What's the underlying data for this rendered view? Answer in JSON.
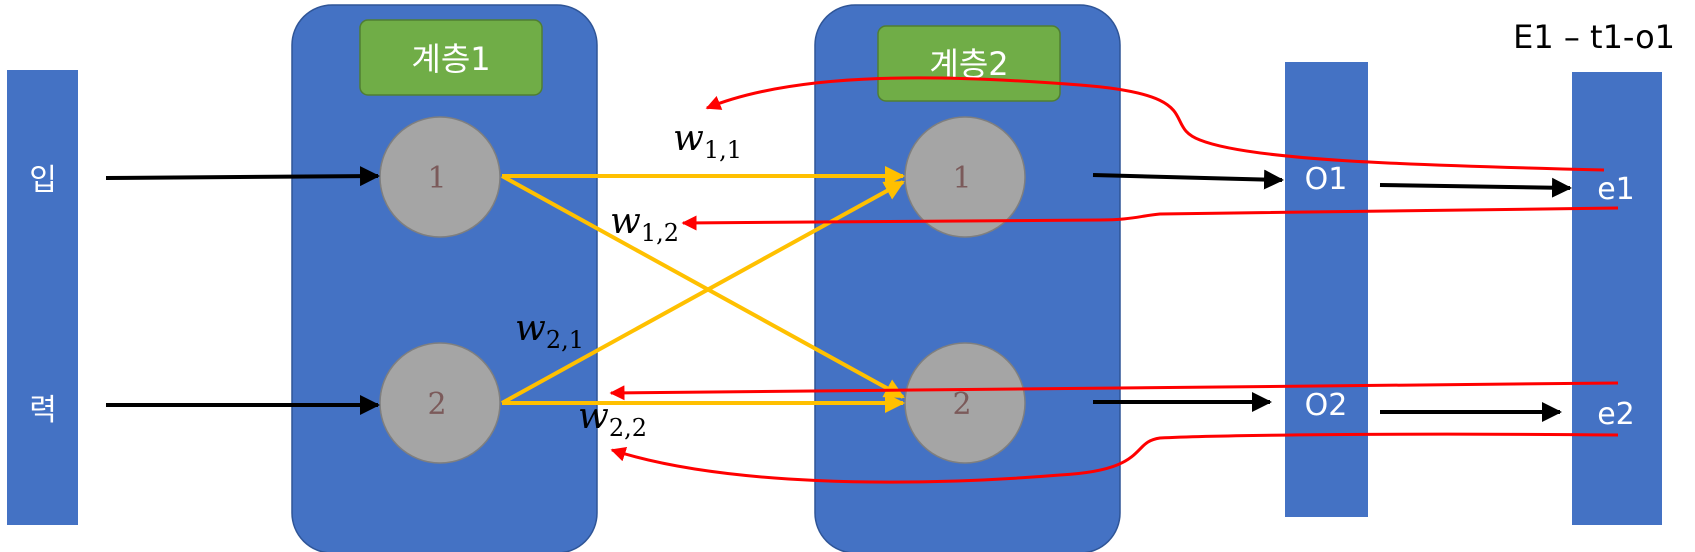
{
  "title": "E1 – t1-o1",
  "input": {
    "label_top": "입",
    "label_bottom": "력"
  },
  "layer1": {
    "label": "계층1",
    "node1": "1",
    "node2": "2"
  },
  "layer2": {
    "label": "계층2",
    "node1": "1",
    "node2": "2"
  },
  "outputs": {
    "o1": "O1",
    "o2": "O2"
  },
  "errors": {
    "e1": "e1",
    "e2": "e2"
  },
  "weights": {
    "w11": {
      "base": "w",
      "sub": "1,1"
    },
    "w12": {
      "base": "w",
      "sub": "1,2"
    },
    "w21": {
      "base": "w",
      "sub": "2,1"
    },
    "w22": {
      "base": "w",
      "sub": "2,2"
    }
  },
  "colors": {
    "block_blue": "#4472C4",
    "layer_label_green": "#70AD47",
    "node_gray": "#A5A5A5",
    "weight_line": "#FFC000",
    "error_line": "#FF0000",
    "arrow_black": "#000000"
  }
}
